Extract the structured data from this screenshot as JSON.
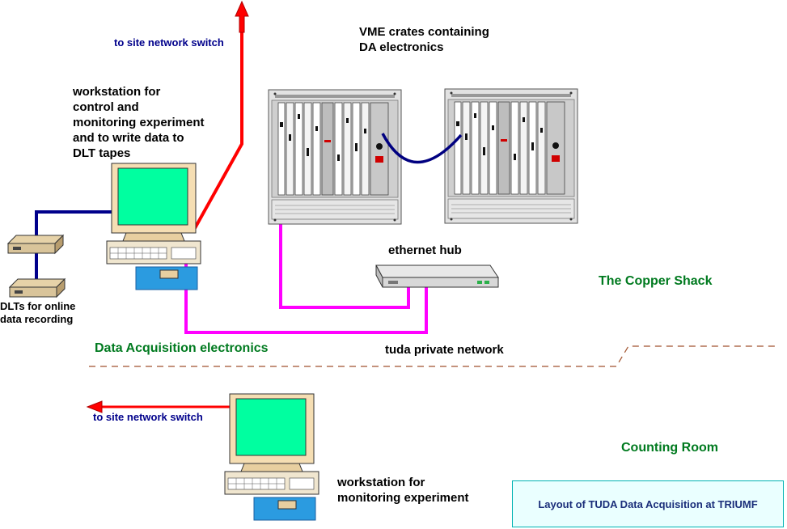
{
  "labels": {
    "site_switch_top": "to site network switch",
    "workstation_top": "workstation for\ncontrol and\nmonitoring experiment\nand to write data to\nDLT tapes",
    "vme_crates": "VME crates containing\nDA electronics",
    "ethernet_hub": "ethernet hub",
    "copper_shack": "The Copper Shack",
    "dlts": "DLTs for online\ndata recording",
    "daq_electronics": "Data Acquisition electronics",
    "tuda_network": "tuda private network",
    "site_switch_bottom": "to site network switch",
    "counting_room": "Counting Room",
    "workstation_bottom": "workstation for\nmonitoring experiment",
    "title": "Layout of TUDA Data Acquisition at TRIUMF"
  },
  "colors": {
    "site_network": "#ff0000",
    "private_network": "#ff00ff",
    "tape_link": "#00008b",
    "crate_link": "#000080",
    "screen": "#00ffa0",
    "monitor_case": "#f5deb3",
    "section_divider": "#a0522d",
    "title_border": "#00b3b3"
  },
  "icons": [
    "workstation-icon",
    "vme-crate-icon",
    "ethernet-hub-icon",
    "dlt-drive-icon",
    "arrow-icon"
  ]
}
